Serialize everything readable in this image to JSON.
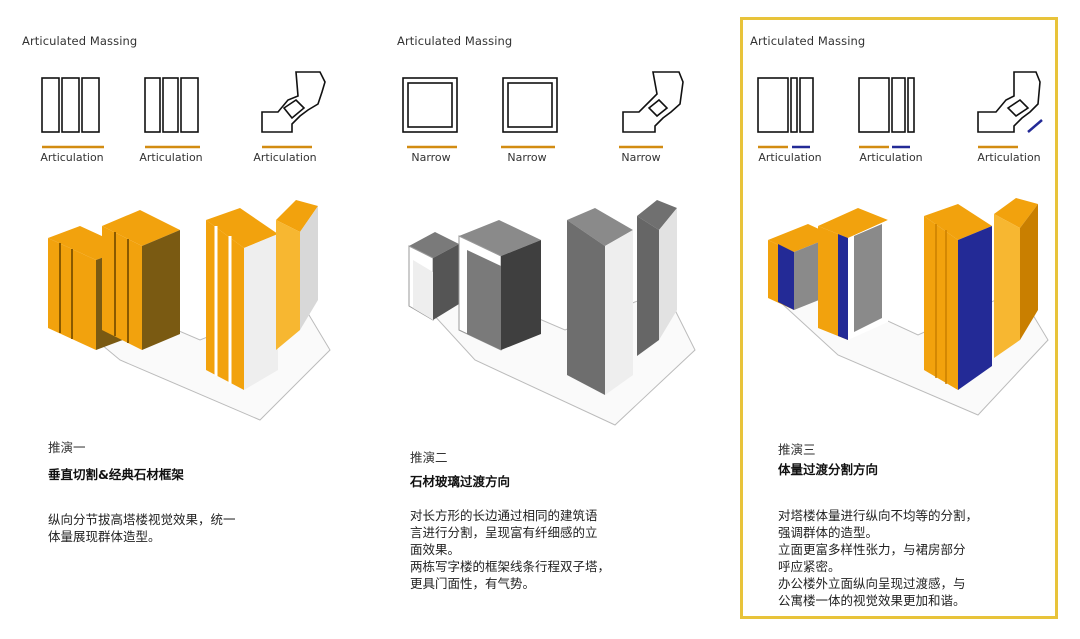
{
  "panels": [
    {
      "heading": "Articulated Massing",
      "plan_labels": [
        "Articulation",
        "Articulation",
        "Articulation"
      ],
      "option_no": "推演一",
      "title": "垂直切割&经典石材框架",
      "description": [
        "纵向分节拔高塔楼视觉效果，统一",
        "体量展现群体造型。"
      ]
    },
    {
      "heading": "Articulated Massing",
      "plan_labels": [
        "Narrow",
        "Narrow",
        "Narrow"
      ],
      "option_no": "推演二",
      "title": "石材玻璃过渡方向",
      "description": [
        "对长方形的长边通过相同的建筑语",
        "言进行分割，呈现富有纤细感的立",
        "面效果。",
        "两栋写字楼的框架线条行程双子塔，",
        "更具门面性，有气势。"
      ]
    },
    {
      "heading": "Articulated Massing",
      "plan_labels": [
        "Articulation",
        "Articulation",
        "Articulation"
      ],
      "option_no": "推演三",
      "title": "体量过渡分割方向",
      "description": [
        "对塔楼体量进行纵向不均等的分割，",
        "强调群体的造型。",
        "立面更富多样性张力，与裙房部分",
        "呼应紧密。",
        "办公楼外立面纵向呈现过渡感，与",
        "公寓楼一体的视觉效果更加和谐。"
      ]
    }
  ],
  "colors": {
    "accent_orange": "#f2a20d",
    "dark_orange": "#c97f00",
    "gray_dark": "#555555",
    "gray_mid": "#8a8a8a",
    "navy": "#232a96",
    "frame_yellow": "#e8c33a"
  }
}
